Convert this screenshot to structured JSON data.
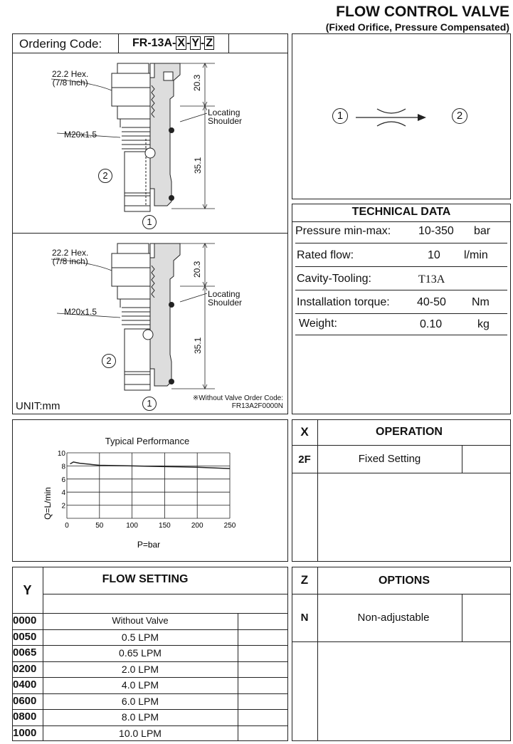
{
  "header": {
    "title": "FLOW CONTROL VALVE",
    "subtitle": "(Fixed Orifice, Pressure Compensated)"
  },
  "ordering": {
    "label": "Ordering Code:",
    "prefix": "FR-13A-",
    "x": "X",
    "y": "Y",
    "z": "Z",
    "dash": "-"
  },
  "drawing": {
    "hex_label_1": "22.2 Hex.",
    "hex_label_2": "(7/8 inch)",
    "thread_label": "M20x1.5",
    "dim_top": "20.3",
    "dim_bottom": "35.1",
    "locating_1": "Locating",
    "locating_2": "Shoulder",
    "port_1": "1",
    "port_2": "2",
    "without_valve_note_1": "※Without Valve Order Code:",
    "without_valve_note_2": "FR13A2F0000N",
    "unit": "UNIT:mm"
  },
  "symbol": {
    "port_1": "1",
    "port_2": "2"
  },
  "technical_data": {
    "title": "TECHNICAL DATA",
    "rows": [
      {
        "label": "Pressure min-max:",
        "value": "10-350",
        "unit": "bar"
      },
      {
        "label": "Rated flow:",
        "value": "10",
        "unit": "l/min"
      },
      {
        "label": "Cavity-Tooling:",
        "value": "T13A",
        "unit": ""
      },
      {
        "label": "Installation torque:",
        "value": "40-50",
        "unit": "Nm"
      },
      {
        "label": "Weight:",
        "value": "0.10",
        "unit": "kg"
      }
    ]
  },
  "chart_data": {
    "type": "line",
    "title": "Typical Performance",
    "xlabel": "P=bar",
    "ylabel": "Q=L/min",
    "xlim": [
      0,
      250
    ],
    "ylim": [
      0,
      10
    ],
    "xticks": [
      "0",
      "50",
      "100",
      "150",
      "200",
      "250"
    ],
    "yticks": [
      "2",
      "4",
      "6",
      "8",
      "10"
    ],
    "grid": true,
    "series": [
      {
        "x": [
          5,
          10,
          20,
          50,
          100,
          150,
          200,
          250
        ],
        "values": [
          8.3,
          8.6,
          8.4,
          8.1,
          8.0,
          7.9,
          7.8,
          7.6
        ]
      }
    ]
  },
  "operation": {
    "code_header": "X",
    "title": "OPERATION",
    "rows": [
      {
        "code": "2F",
        "desc": "Fixed Setting"
      }
    ]
  },
  "flow_setting": {
    "code_header": "Y",
    "title": "FLOW SETTING",
    "rows": [
      {
        "code": "0000",
        "desc": "Without Valve"
      },
      {
        "code": "0050",
        "desc": "0.5 LPM"
      },
      {
        "code": "0065",
        "desc": "0.65 LPM"
      },
      {
        "code": "0200",
        "desc": "2.0 LPM"
      },
      {
        "code": "0400",
        "desc": "4.0 LPM"
      },
      {
        "code": "0600",
        "desc": "6.0 LPM"
      },
      {
        "code": "0800",
        "desc": "8.0 LPM"
      },
      {
        "code": "1000",
        "desc": "10.0 LPM"
      }
    ]
  },
  "options": {
    "code_header": "Z",
    "title": "OPTIONS",
    "rows": [
      {
        "code": "N",
        "desc": "Non-adjustable"
      }
    ]
  }
}
